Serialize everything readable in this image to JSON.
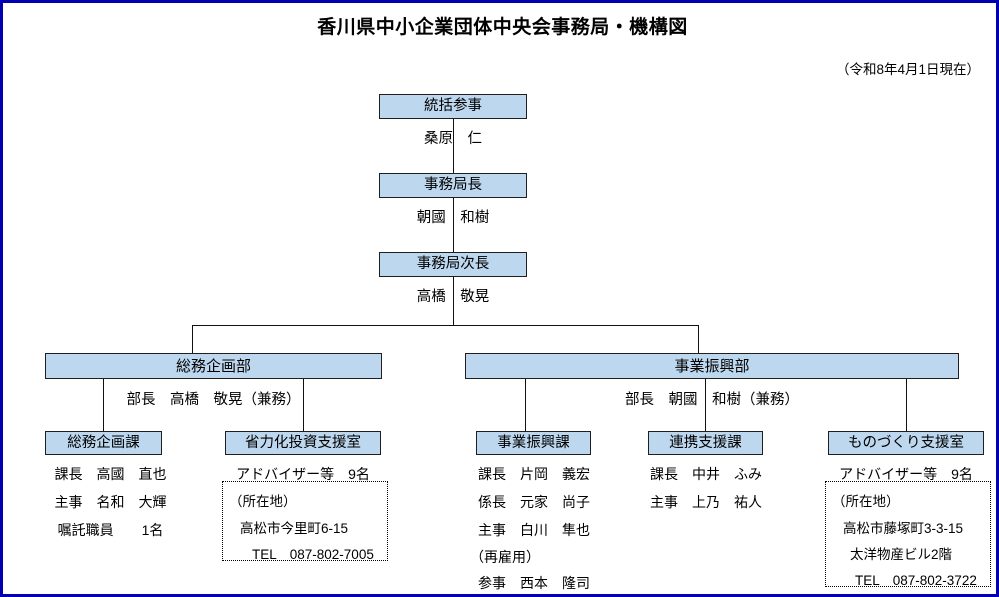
{
  "document": {
    "title": "香川県中小企業団体中央会事務局・機構図",
    "as_of": "（令和8年4月1日現在）",
    "frame_color": "#0000b0",
    "box_fill_color": "#bdd7ee",
    "line_color": "#111111"
  },
  "top_chain": [
    {
      "box_label": "統括参事",
      "person": "桑原　仁"
    },
    {
      "box_label": "事務局長",
      "person": "朝國　和樹"
    },
    {
      "box_label": "事務局次長",
      "person": "高橋　敬晃"
    }
  ],
  "divisions": [
    {
      "box_label": "総務企画部",
      "manager": "部長　高橋　敬晃（兼務）",
      "sections": [
        {
          "box_label": "総務企画課",
          "staff": [
            "課長　高國　直也",
            "主事　名和　大輝",
            "嘱託職員　　1名"
          ],
          "address_box": null
        },
        {
          "box_label": "省力化投資支援室",
          "staff": [
            "アドバイザー等　9名"
          ],
          "address_box": {
            "lines": [
              "（所在地）",
              "高松市今里町6-15",
              "TEL　087-802-7005"
            ]
          }
        }
      ]
    },
    {
      "box_label": "事業振興部",
      "manager": "部長　朝國　和樹（兼務）",
      "sections": [
        {
          "box_label": "事業振興課",
          "staff": [
            "課長　片岡　義宏",
            "係長　元家　尚子",
            "主事　白川　隼也",
            "（再雇用）",
            "参事　西本　隆司"
          ],
          "address_box": null
        },
        {
          "box_label": "連携支援課",
          "staff": [
            "課長　中井　ふみ",
            "主事　上乃　祐人"
          ],
          "address_box": null
        },
        {
          "box_label": "ものづくり支援室",
          "staff": [
            "アドバイザー等　9名"
          ],
          "address_box": {
            "lines": [
              "（所在地）",
              "高松市藤塚町3-3-15",
              "太洋物産ビル2階",
              "TEL　087-802-3722"
            ]
          }
        }
      ]
    }
  ]
}
